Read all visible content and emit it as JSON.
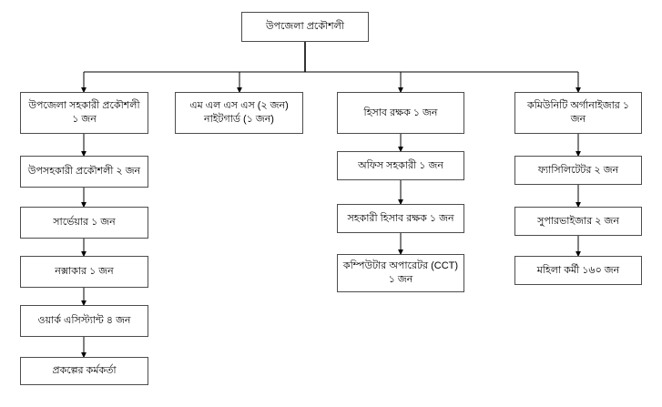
{
  "chart": {
    "title_root": "উপজেলা প্রকৌশলী",
    "columns": [
      {
        "id": "column-1",
        "nodes": [
          {
            "label": "উপজেলা সহকারী প্রকৌশলী ১ জন"
          },
          {
            "label": "উপসহকারী প্রকৌশলী ২ জন"
          },
          {
            "label": "সার্ভেয়ার  ১ জন"
          },
          {
            "label": "নক্সাকার  ১ জন"
          },
          {
            "label": "ওয়ার্ক এসিস্ট্যান্ট ৪ জন"
          },
          {
            "label": "প্রকল্পের কর্মকর্তা"
          }
        ]
      },
      {
        "id": "column-2",
        "nodes": [
          {
            "label": "এম এল এস এস (২ জন)\nনাইটগার্ড (১ জন)"
          }
        ]
      },
      {
        "id": "column-3",
        "nodes": [
          {
            "label": "হিসাব রক্ষক ১ জন"
          },
          {
            "label": "অফিস সহকারী ১ জন"
          },
          {
            "label": "সহকারী হিসাব রক্ষক ১ জন"
          },
          {
            "label": "কম্পিউটার অপারেটর (CCT) ১ জন"
          }
        ]
      },
      {
        "id": "column-4",
        "nodes": [
          {
            "label": "কমিউনিটি অর্গানাইজার ১ জন"
          },
          {
            "label": "ফ্যাসিলিটেটর ২ জন"
          },
          {
            "label": "সুপারভাইজার ২ জন"
          },
          {
            "label": "মহিলা কর্মী ১৬০ জন"
          }
        ]
      }
    ],
    "colors": {
      "background": "#ffffff",
      "box_border": "#4d4d4d",
      "box_fill": "#ffffff",
      "connector": "#000000",
      "text": "#000000"
    }
  }
}
